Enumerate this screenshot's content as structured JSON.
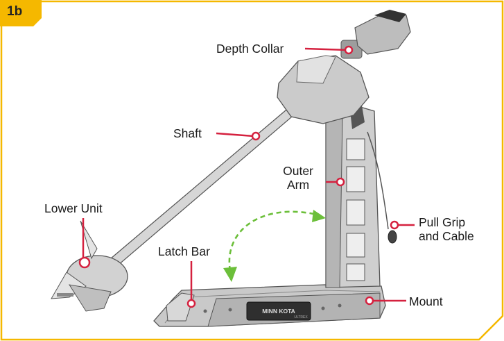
{
  "figure": {
    "badge": "1b",
    "frame_color": "#f5b800",
    "callout_color": "#d5213f"
  },
  "labels": {
    "depth_collar": "Depth Collar",
    "shaft": "Shaft",
    "outer_arm_line1": "Outer",
    "outer_arm_line2": "Arm",
    "lower_unit": "Lower Unit",
    "pull_grip_line1": "Pull Grip",
    "pull_grip_line2": "and Cable",
    "latch_bar": "Latch Bar",
    "mount": "Mount"
  },
  "brand_plate": {
    "line1": "MINN KOTA",
    "line2": "ULTREX"
  },
  "arrow": {
    "style": "dashed-curved",
    "color": "#6cbf3a",
    "meaning": "deploy-stow-rotation"
  }
}
